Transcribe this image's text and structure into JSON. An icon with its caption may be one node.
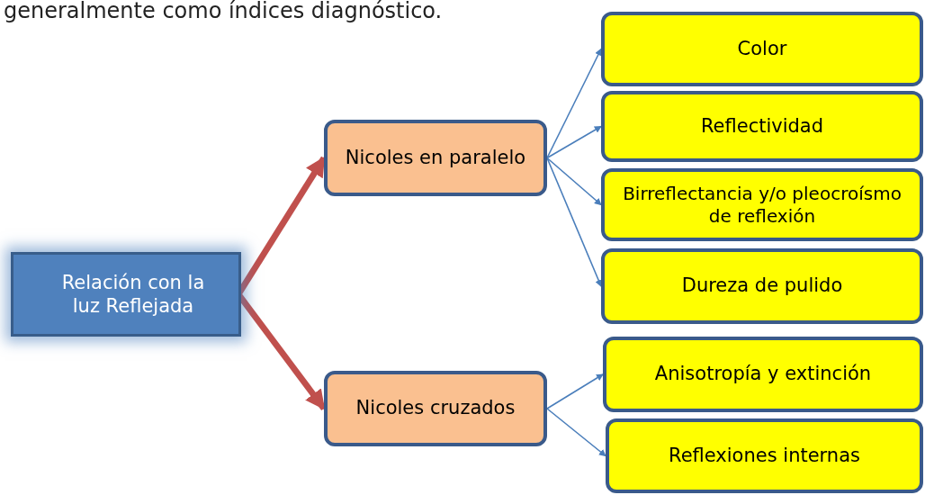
{
  "diagram": {
    "nodes": [
      {
        "text": [
          "Relación con la luz Reflejada"
        ]
      },
      {
        "text": [
          "Nicoles en paralelo"
        ]
      },
      {
        "text": [
          "Nicoles cruzados"
        ]
      },
      {
        "text": [
          "Color"
        ]
      },
      {
        "text": [
          "Reflectividad"
        ]
      },
      {
        "text": [
          "Birreflectancia y/o pleocroísmo de reflexión"
        ]
      },
      {
        "text": [
          "Dureza de pulido"
        ]
      },
      {
        "text": [
          "Anisotropía y extinción"
        ]
      },
      {
        "text": [
          "Reflexiones internas"
        ]
      }
    ],
    "edges": [
      {
        "from": 0,
        "to": 1,
        "arrow": "to",
        "style": "thick",
        "color": "#c0504d"
      },
      {
        "from": 0,
        "to": 2,
        "arrow": "to",
        "style": "thick",
        "color": "#c0504d"
      },
      {
        "from": 1,
        "to": 3,
        "arrow": "to"
      },
      {
        "from": 1,
        "to": 4,
        "arrow": "to"
      },
      {
        "from": 1,
        "to": 5,
        "arrow": "to"
      },
      {
        "from": 1,
        "to": 6,
        "arrow": "to"
      },
      {
        "from": 2,
        "to": 7,
        "arrow": "to"
      },
      {
        "from": 2,
        "to": 8,
        "arrow": "to"
      }
    ],
    "labels": [
      "generalmente como índices diagnóstico."
    ]
  }
}
